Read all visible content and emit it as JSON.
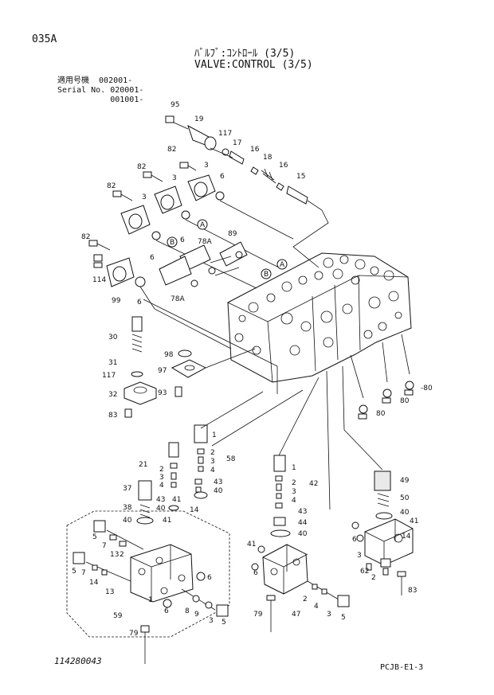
{
  "header": {
    "page_code": "035A",
    "title_jp": "ﾊﾞﾙﾌﾞ:ｺﾝﾄﾛｰﾙ (3/5)",
    "title_en": "VALVE:CONTROL (3/5)",
    "serial_lines": [
      "適用号機  002001-",
      "Serial No. 020001-",
      "           001001-"
    ]
  },
  "footer": {
    "drawing_number": "114280043",
    "reference_code": "PCJB-E1-3"
  },
  "callouts": [
    {
      "id": "c95",
      "label": "95"
    },
    {
      "id": "c19",
      "label": "19"
    },
    {
      "id": "c117a",
      "label": "117"
    },
    {
      "id": "c17",
      "label": "17"
    },
    {
      "id": "c16a",
      "label": "16"
    },
    {
      "id": "c18",
      "label": "18"
    },
    {
      "id": "c16b",
      "label": "16"
    },
    {
      "id": "c15",
      "label": "15"
    },
    {
      "id": "c82a",
      "label": "82"
    },
    {
      "id": "c3a",
      "label": "3"
    },
    {
      "id": "c6a",
      "label": "6"
    },
    {
      "id": "c82b",
      "label": "82"
    },
    {
      "id": "c3b",
      "label": "3"
    },
    {
      "id": "c82c",
      "label": "82"
    },
    {
      "id": "c3c",
      "label": "3"
    },
    {
      "id": "c6b",
      "label": "6"
    },
    {
      "id": "c6c",
      "label": "6"
    },
    {
      "id": "c89",
      "label": "89"
    },
    {
      "id": "c78a1",
      "label": "78A"
    },
    {
      "id": "c82d",
      "label": "82"
    },
    {
      "id": "c114",
      "label": "114"
    },
    {
      "id": "c99",
      "label": "99"
    },
    {
      "id": "c6d",
      "label": "6"
    },
    {
      "id": "c78a2",
      "label": "78A"
    },
    {
      "id": "c30",
      "label": "30"
    },
    {
      "id": "c31",
      "label": "31"
    },
    {
      "id": "c117b",
      "label": "117"
    },
    {
      "id": "c32",
      "label": "32"
    },
    {
      "id": "c83a",
      "label": "83"
    },
    {
      "id": "c98",
      "label": "98"
    },
    {
      "id": "c97",
      "label": "97"
    },
    {
      "id": "c93",
      "label": "93"
    },
    {
      "id": "c80a",
      "label": "-80"
    },
    {
      "id": "c80b",
      "label": "80"
    },
    {
      "id": "c80c",
      "label": "80"
    },
    {
      "id": "c1a",
      "label": "1"
    },
    {
      "id": "c2a",
      "label": "2"
    },
    {
      "id": "c3d",
      "label": "3"
    },
    {
      "id": "c4a",
      "label": "4"
    },
    {
      "id": "c58",
      "label": "58"
    },
    {
      "id": "c21",
      "label": "21"
    },
    {
      "id": "c2b",
      "label": "2"
    },
    {
      "id": "c3e",
      "label": "3"
    },
    {
      "id": "c4b",
      "label": "4"
    },
    {
      "id": "c37",
      "label": "37"
    },
    {
      "id": "c43a",
      "label": "43"
    },
    {
      "id": "c40a",
      "label": "40"
    },
    {
      "id": "c41a",
      "label": "41"
    },
    {
      "id": "c43b",
      "label": "43"
    },
    {
      "id": "c40b",
      "label": "40"
    },
    {
      "id": "c14a",
      "label": "14"
    },
    {
      "id": "c38",
      "label": "38"
    },
    {
      "id": "c40c",
      "label": "40"
    },
    {
      "id": "c41b",
      "label": "41"
    },
    {
      "id": "c1b",
      "label": "1"
    },
    {
      "id": "c2c",
      "label": "2"
    },
    {
      "id": "c3f",
      "label": "3"
    },
    {
      "id": "c4c",
      "label": "4"
    },
    {
      "id": "c42",
      "label": "42"
    },
    {
      "id": "c43c",
      "label": "43"
    },
    {
      "id": "c44",
      "label": "44"
    },
    {
      "id": "c40d",
      "label": "40"
    },
    {
      "id": "c49",
      "label": "49"
    },
    {
      "id": "c50",
      "label": "50"
    },
    {
      "id": "c40e",
      "label": "40"
    },
    {
      "id": "c41c",
      "label": "41"
    },
    {
      "id": "c14b",
      "label": "14"
    },
    {
      "id": "c5a",
      "label": "5"
    },
    {
      "id": "c7a",
      "label": "7"
    },
    {
      "id": "c13a",
      "label": "13"
    },
    {
      "id": "c2d",
      "label": "2"
    },
    {
      "id": "c5b",
      "label": "5"
    },
    {
      "id": "c7b",
      "label": "7"
    },
    {
      "id": "c14c",
      "label": "14"
    },
    {
      "id": "c13b",
      "label": "13"
    },
    {
      "id": "c6e",
      "label": "6"
    },
    {
      "id": "c1c",
      "label": "1"
    },
    {
      "id": "c6f",
      "label": "6"
    },
    {
      "id": "c8",
      "label": "8"
    },
    {
      "id": "c9",
      "label": "9"
    },
    {
      "id": "c3g",
      "label": "3"
    },
    {
      "id": "c5c",
      "label": "5"
    },
    {
      "id": "c59",
      "label": "59"
    },
    {
      "id": "c79a",
      "label": "79"
    },
    {
      "id": "c41d",
      "label": "41"
    },
    {
      "id": "c6g",
      "label": "6"
    },
    {
      "id": "c79b",
      "label": "79"
    },
    {
      "id": "c2e",
      "label": "2"
    },
    {
      "id": "c47",
      "label": "47"
    },
    {
      "id": "c4d",
      "label": "4"
    },
    {
      "id": "c3h",
      "label": "3"
    },
    {
      "id": "c5d",
      "label": "5"
    },
    {
      "id": "c6h",
      "label": "6"
    },
    {
      "id": "c3i",
      "label": "3"
    },
    {
      "id": "c62",
      "label": "62"
    },
    {
      "id": "c2f",
      "label": "2"
    },
    {
      "id": "c83b",
      "label": "83"
    }
  ],
  "circle_markers": [
    {
      "id": "mA1",
      "label": "A"
    },
    {
      "id": "mB1",
      "label": "B"
    },
    {
      "id": "mA2",
      "label": "A"
    },
    {
      "id": "mB2",
      "label": "B"
    }
  ]
}
